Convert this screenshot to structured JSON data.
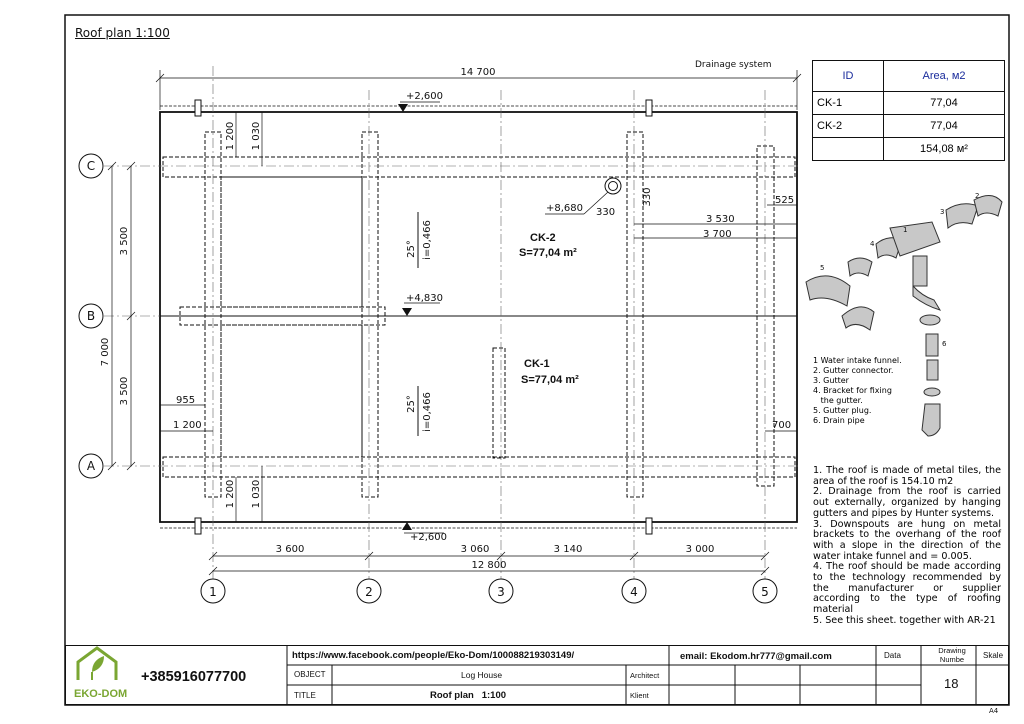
{
  "sheet_title": "Roof plan   1:100",
  "drainage_title": "Drainage system",
  "dimensions": {
    "overall_top": "14 700",
    "dim_1200_top": "1 200",
    "dim_1030_top": "1 030",
    "dim_1200_bottom": "1 200",
    "dim_1030_bottom": "1 030",
    "dim_3500_upper": "3 500",
    "dim_3500_lower": "3 500",
    "dim_7000": "7 000",
    "dim_955": "955",
    "dim_1200_left": "1 200",
    "dim_330_a": "330",
    "dim_330_b": "330",
    "dim_525": "525",
    "dim_3530": "3 530",
    "dim_3700": "3 700",
    "dim_700": "700",
    "bottom_3600": "3 600",
    "bottom_3060": "3 060",
    "bottom_3140": "3 140",
    "bottom_3000": "3 000",
    "bottom_12800": "12 800"
  },
  "levels": {
    "top": "+2,600",
    "ridge_point": "+8,680",
    "ridge": "+4,830",
    "bottom": "+2,600"
  },
  "slopes": {
    "upper_angle": "25°",
    "upper_i": "i=0,466",
    "lower_angle": "25°",
    "lower_i": "i=0,466"
  },
  "roof_areas": {
    "ck2_name": "CK-2",
    "ck2_area": "S=77,04 m²",
    "ck1_name": "CK-1",
    "ck1_area": "S=77,04 m²"
  },
  "axes": {
    "rows": [
      "C",
      "B",
      "A"
    ],
    "columns": [
      "1",
      "2",
      "3",
      "4",
      "5"
    ]
  },
  "area_table": {
    "headers": [
      "ID",
      "Area, м2"
    ],
    "rows": [
      {
        "id": "CK-1",
        "area": "77,04"
      },
      {
        "id": "CK-2",
        "area": "77,04"
      },
      {
        "id": "",
        "area": "154,08 м²"
      }
    ],
    "header_color": "#1a2c9c"
  },
  "drainage_parts": {
    "callouts": [
      "1",
      "2",
      "3",
      "4",
      "5",
      "6"
    ],
    "legend": [
      "1 Water intake funnel.",
      "2. Gutter connector.",
      "3. Gutter",
      "4. Bracket for fixing",
      "   the gutter.",
      "5. Gutter plug.",
      "6. Drain pipe"
    ]
  },
  "notes": [
    "1. The roof is made of metal tiles, the area of the roof is 154.10 m2",
    "2. Drainage from the roof is carried out externally, organized by hanging gutters and pipes by Hunter systems.",
    "3. Downspouts are hung on metal brackets to the overhang of the roof with a slope in the direction of the water intake funnel and = 0.005.",
    "4. The roof should be made according to the technology recommended by the manufacturer or supplier according to the type of roofing material",
    "5. See this sheet. together with AR-21"
  ],
  "title_block": {
    "logo_text": "EKO-DOM",
    "phone": "+385916077700",
    "facebook": "https://www.facebook.com/people/Eko-Dom/100088219303149/",
    "email": "email: Ekodom.hr777@gmail.com",
    "data_label": "Data",
    "drawing_label": "Drawing Numbe",
    "drawing_number": "18",
    "scale_label": "Skale",
    "object_label": "OBJECT",
    "object_value": "Log House",
    "title_label": "TITLE",
    "title_value": "Roof plan   1:100",
    "architect_label": "Architect",
    "klient_label": "Klient",
    "sheet_size": "A4",
    "logo_color": "#7aa632"
  }
}
